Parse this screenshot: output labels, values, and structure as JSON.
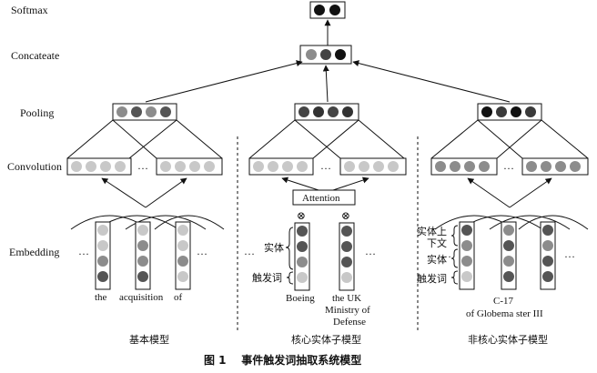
{
  "layers": {
    "softmax": "Softmax",
    "concat": "Concateate",
    "pooling": "Pooling",
    "convolution": "Convolution",
    "embedding": "Embedding"
  },
  "colors": {
    "light": "#c8c8c8",
    "mid": "#8c8c8c",
    "dark": "#555555",
    "darker": "#3a3a3a",
    "black": "#111111"
  },
  "panel1": {
    "words": [
      "the",
      "acquisition",
      "of"
    ],
    "ellipsis": "…",
    "caption": "基本模型"
  },
  "panel2": {
    "attention": "Attention",
    "otimes": "⊗",
    "label_entity": "实体",
    "label_trigger": "触发词",
    "word_boeing": "Boeing",
    "word_uk_1": "the UK",
    "word_uk_2": "Ministry of",
    "word_uk_3": "Defense",
    "ellipsis": "…",
    "caption": "核心实体子模型"
  },
  "panel3": {
    "label_context_1": "实体上",
    "label_context_2": "下文",
    "label_entity": "实体",
    "label_trigger": "触发词",
    "word_1": "C-17",
    "word_2": "of Globema ster III",
    "ellipsis": "…",
    "caption": "非核心实体子模型"
  },
  "figure_caption": "图 1    事件触发词抽取系统模型"
}
